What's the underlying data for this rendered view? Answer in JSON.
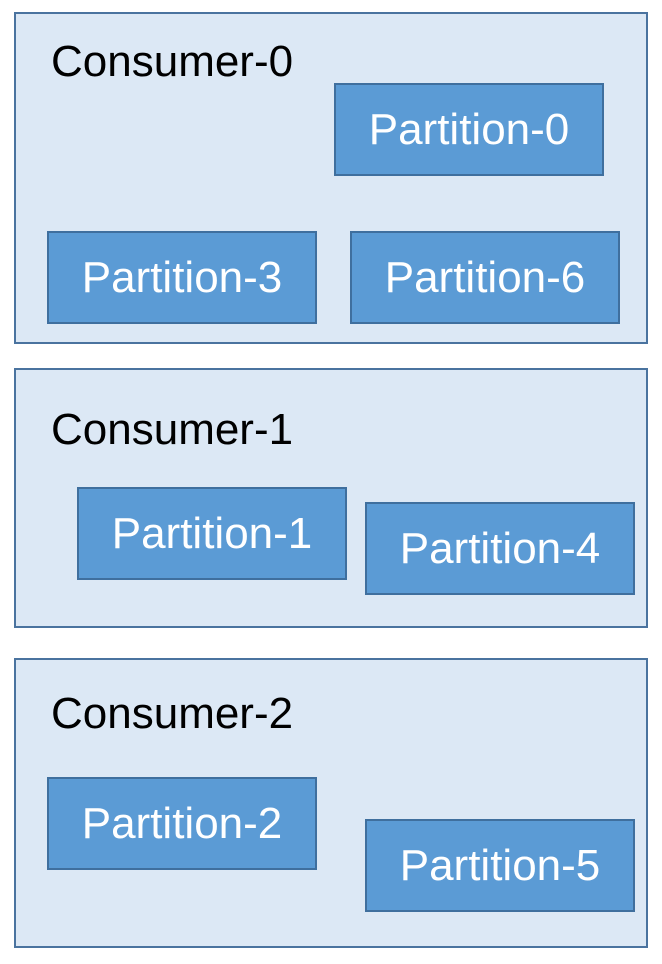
{
  "consumers": [
    {
      "name": "Consumer-0",
      "partitions": [
        "Partition-0",
        "Partition-3",
        "Partition-6"
      ]
    },
    {
      "name": "Consumer-1",
      "partitions": [
        "Partition-1",
        "Partition-4"
      ]
    },
    {
      "name": "Consumer-2",
      "partitions": [
        "Partition-2",
        "Partition-5"
      ]
    }
  ],
  "colors": {
    "consumer_fill": "#dce8f5",
    "consumer_border": "#4a739f",
    "partition_fill": "#5b9bd5",
    "partition_border": "#3f6f9e",
    "partition_text": "#ffffff"
  }
}
